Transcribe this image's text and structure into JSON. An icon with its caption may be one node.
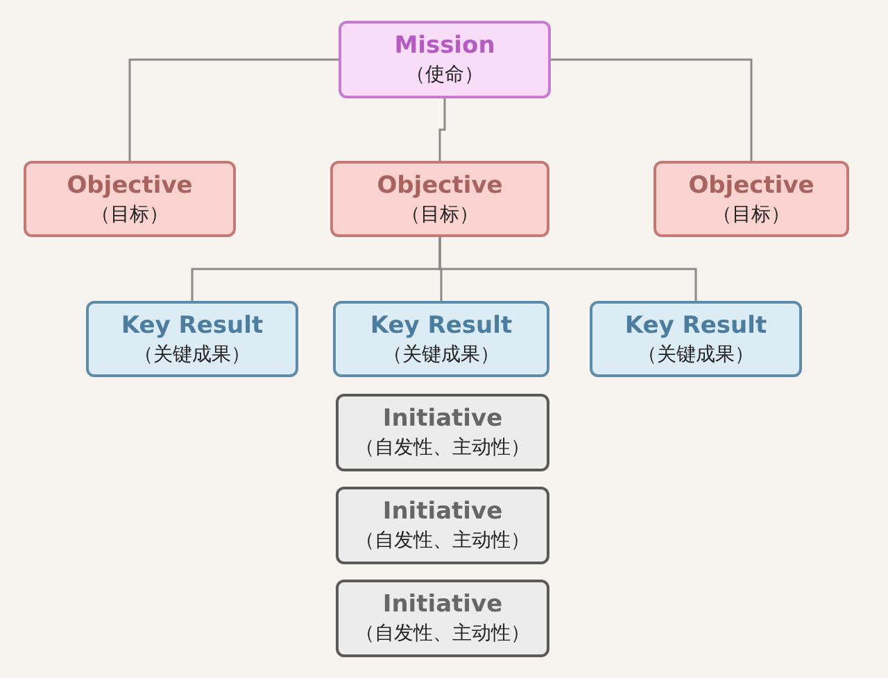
{
  "diagram": {
    "nodes": [
      {
        "text": [
          "Mission",
          "（使命）"
        ]
      },
      {
        "text": [
          "Objective",
          "（目标）"
        ]
      },
      {
        "text": [
          "Objective",
          "（目标）"
        ]
      },
      {
        "text": [
          "Objective",
          "（目标）"
        ]
      },
      {
        "text": [
          "Key Result",
          "（关键成果）"
        ]
      },
      {
        "text": [
          "Key Result",
          "（关键成果）"
        ]
      },
      {
        "text": [
          "Key Result",
          "（关键成果）"
        ]
      },
      {
        "text": [
          "Initiative",
          "（自发性、主动性）"
        ]
      },
      {
        "text": [
          "Initiative",
          "（自发性、主动性）"
        ]
      },
      {
        "text": [
          "Initiative",
          "（自发性、主动性）"
        ]
      }
    ],
    "edges": [
      {
        "from": 0,
        "to": 1,
        "arrow": "none"
      },
      {
        "from": 0,
        "to": 2,
        "arrow": "none"
      },
      {
        "from": 0,
        "to": 3,
        "arrow": "none"
      },
      {
        "from": 2,
        "to": 4,
        "arrow": "none"
      },
      {
        "from": 2,
        "to": 5,
        "arrow": "none"
      },
      {
        "from": 2,
        "to": 6,
        "arrow": "none"
      }
    ]
  }
}
